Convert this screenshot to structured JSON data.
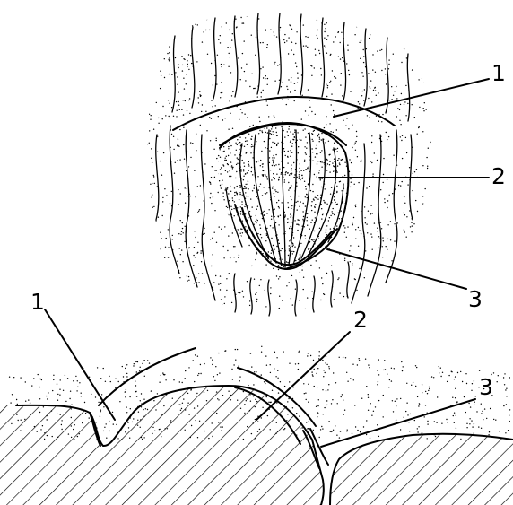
{
  "top_view": {
    "labels": [
      "1",
      "2",
      "3"
    ]
  },
  "section_view": {
    "labels": [
      "1",
      "2",
      "3"
    ]
  },
  "colors": {
    "ink": "#000000",
    "paper": "#ffffff"
  }
}
